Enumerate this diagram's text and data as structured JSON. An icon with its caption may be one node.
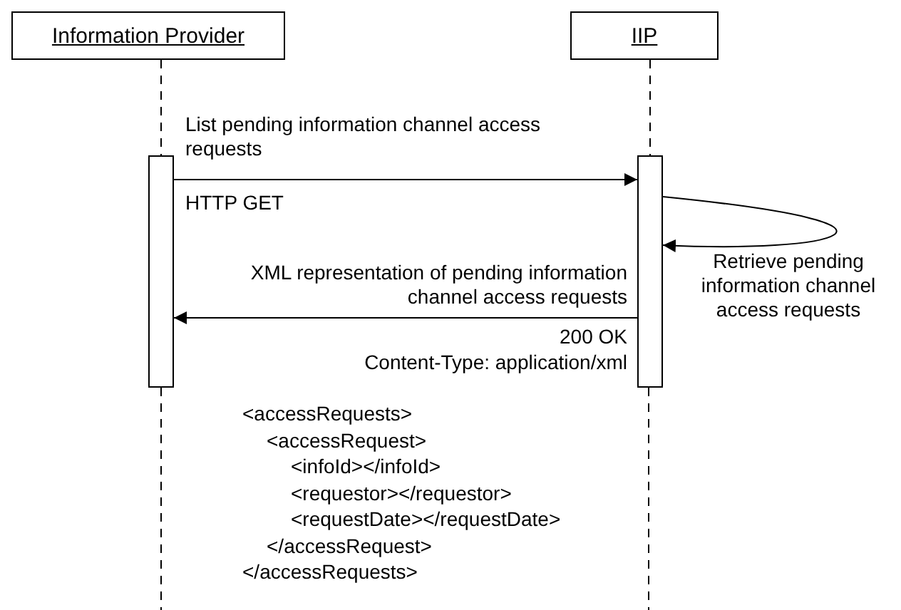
{
  "diagram": {
    "nodes": [
      {
        "text": [
          "Information Provider"
        ]
      },
      {
        "text": [
          "IIP"
        ]
      },
      {
        "text": [],
        "shape": "bar"
      },
      {
        "text": [],
        "shape": "bar"
      }
    ],
    "edges": [
      {
        "from": 0,
        "to": 2,
        "arrow": "none",
        "style": "dashed"
      },
      {
        "from": 1,
        "to": 3,
        "arrow": "none",
        "style": "dashed"
      },
      {
        "from": 2,
        "to": 3,
        "arrow": "to",
        "label": "List pending information channel access requests"
      },
      {
        "from": 3,
        "to": 3,
        "arrow": "to",
        "label": "Retrieve pending information channel access requests"
      },
      {
        "from": 3,
        "to": 2,
        "arrow": "to",
        "label": "XML representation of pending information channel access requests"
      }
    ],
    "labels": [
      "HTTP GET",
      "200 OK",
      "Content-Type: application/xml",
      "<accessRequests>",
      "<accessRequest>",
      "<infoId></infoId>",
      "<requestor></requestor>",
      "<requestDate></requestDate>",
      "</accessRequest>",
      "</accessRequests>"
    ]
  }
}
